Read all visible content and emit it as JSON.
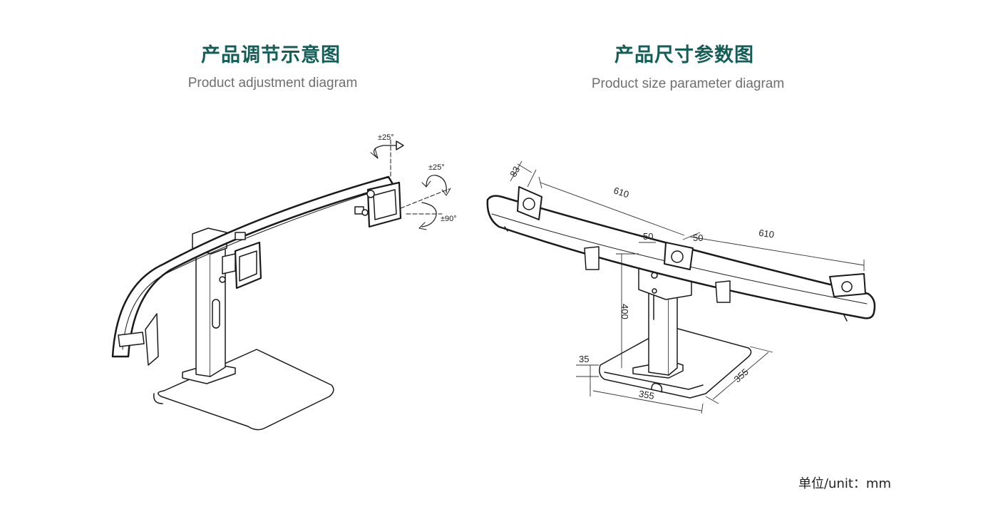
{
  "colors": {
    "title": "#155e58",
    "subtitle": "#6f6f6f",
    "line": "#1a1a1a",
    "dimension": "#333333"
  },
  "left_panel": {
    "title": "产品调节示意图",
    "subtitle": "Product adjustment diagram",
    "annotations": {
      "swivel": "±25°",
      "tilt": "±25°",
      "rotate": "±90°"
    }
  },
  "right_panel": {
    "title": "产品尺寸参数图",
    "subtitle": "Product size parameter diagram",
    "dimensions": {
      "vesa": "83",
      "arm_left": "610",
      "arm_right": "610",
      "clamp_left": "50",
      "clamp_right": "50",
      "height": "400",
      "base_thickness": "35",
      "base_width": "355",
      "base_depth": "355"
    }
  },
  "unit_note": {
    "label": "单位/unit",
    "separator": "：",
    "value": "mm"
  }
}
